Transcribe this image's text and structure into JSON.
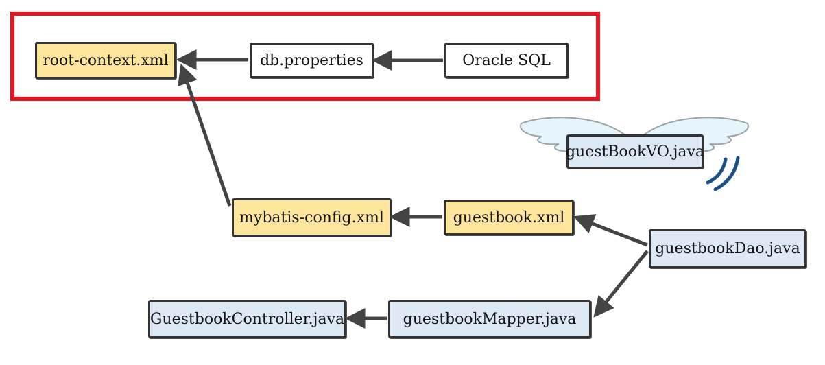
{
  "diagram": {
    "accent_colors": {
      "highlight_frame": "#e8141e",
      "config_node": "#fde59b",
      "resource_node": "#ffffff",
      "java_node": "#dde8f5",
      "wings": "#e6f4fb",
      "motion_lines": "#1b4f8a",
      "arrow": "#444444"
    },
    "nodes": {
      "root_context": "root-context.xml",
      "db_properties": "db.properties",
      "oracle_sql": "Oracle SQL",
      "guestbook_vo": "guestBookVO.java",
      "mybatis_config": "mybatis-config.xml",
      "guestbook_xml": "guestbook.xml",
      "guestbook_dao": "guestbookDao.java",
      "guestbook_controller": "GuestbookController.java",
      "guestbook_mapper": "guestbookMapper.java"
    },
    "decorations": {
      "vo_wings_icon": "angel-wings-icon",
      "vo_motion_icon": "motion-lines-icon"
    }
  }
}
